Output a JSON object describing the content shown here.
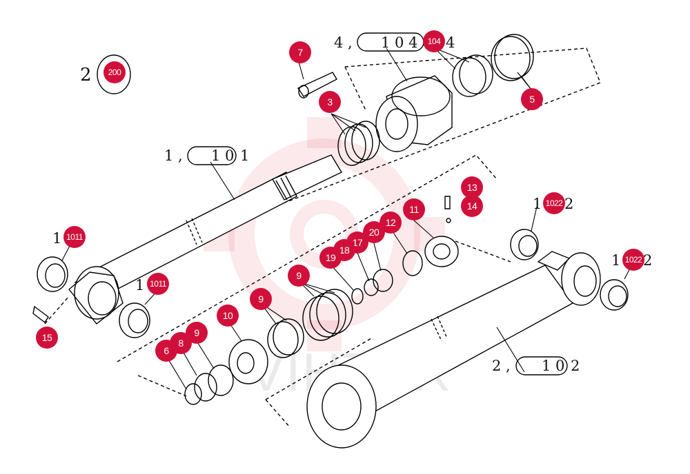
{
  "watermark": "VIHTEX",
  "part_labels": {
    "assembly": "2",
    "cover": "4 ,",
    "cover_ref": "1 0 4",
    "cover_tail": "4",
    "rod": "1 ,",
    "rod_ref": "1 0",
    "rod_tail": "1",
    "barrel": "2 ,",
    "barrel_ref": "1 0",
    "barrel_tail": "2",
    "bush_left": "1",
    "bush_left_2": "1",
    "bush_right_top": "1",
    "bush_right_top_tail": "2",
    "bush_right": "1",
    "bush_right_tail": "2"
  },
  "callouts": {
    "c200": "200",
    "c7": "7",
    "c104": "104",
    "c3": "3",
    "c5": "5",
    "c13": "13",
    "c14": "14",
    "c11": "11",
    "c12": "12",
    "c20": "20",
    "c17": "17",
    "c18": "18",
    "c19": "19",
    "c9a": "9",
    "c9b": "9",
    "c9c": "9",
    "c10": "10",
    "c8": "8",
    "c6": "6",
    "c15": "15",
    "c1011a": "1011",
    "c1011b": "1011",
    "c1022a": "1022",
    "c1022b": "1022"
  }
}
